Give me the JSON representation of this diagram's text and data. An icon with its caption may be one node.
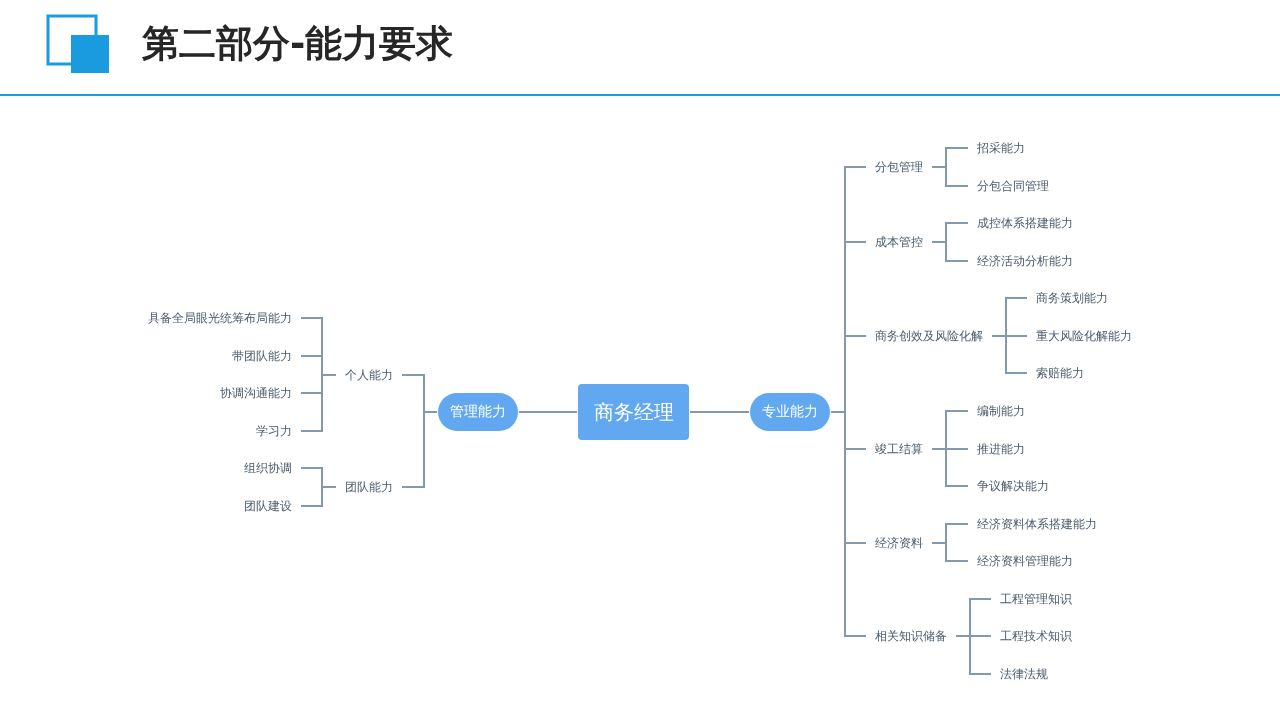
{
  "diagram": {
    "title": "第二部分-能力要求",
    "nodes": [
      {
        "text": [
          "商务经理"
        ]
      },
      {
        "text": [
          "管理能力"
        ]
      },
      {
        "text": [
          "个人能力"
        ]
      },
      {
        "text": [
          "具备全局眼光统筹布局能力"
        ]
      },
      {
        "text": [
          "带团队能力"
        ]
      },
      {
        "text": [
          "协调沟通能力"
        ]
      },
      {
        "text": [
          "学习力"
        ]
      },
      {
        "text": [
          "团队能力"
        ]
      },
      {
        "text": [
          "组织协调"
        ]
      },
      {
        "text": [
          "团队建设"
        ]
      },
      {
        "text": [
          "专业能力"
        ]
      },
      {
        "text": [
          "分包管理"
        ]
      },
      {
        "text": [
          "招采能力"
        ]
      },
      {
        "text": [
          "分包合同管理"
        ]
      },
      {
        "text": [
          "成本管控"
        ]
      },
      {
        "text": [
          "成控体系搭建能力"
        ]
      },
      {
        "text": [
          "经济活动分析能力"
        ]
      },
      {
        "text": [
          "商务创效及风险化解"
        ]
      },
      {
        "text": [
          "商务策划能力"
        ]
      },
      {
        "text": [
          "重大风险化解能力"
        ]
      },
      {
        "text": [
          "索赔能力"
        ]
      },
      {
        "text": [
          "竣工结算"
        ]
      },
      {
        "text": [
          "编制能力"
        ]
      },
      {
        "text": [
          "推进能力"
        ]
      },
      {
        "text": [
          "争议解决能力"
        ]
      },
      {
        "text": [
          "经济资料"
        ]
      },
      {
        "text": [
          "经济资料体系搭建能力"
        ]
      },
      {
        "text": [
          "经济资料管理能力"
        ]
      },
      {
        "text": [
          "相关知识储备"
        ]
      },
      {
        "text": [
          "工程管理知识"
        ]
      },
      {
        "text": [
          "工程技术知识"
        ]
      },
      {
        "text": [
          "法律法规"
        ]
      }
    ],
    "edges": [
      {
        "from": 0,
        "to": 1,
        "arrow": "none"
      },
      {
        "from": 1,
        "to": 2,
        "arrow": "none"
      },
      {
        "from": 2,
        "to": 3,
        "arrow": "none"
      },
      {
        "from": 2,
        "to": 4,
        "arrow": "none"
      },
      {
        "from": 2,
        "to": 5,
        "arrow": "none"
      },
      {
        "from": 2,
        "to": 6,
        "arrow": "none"
      },
      {
        "from": 1,
        "to": 7,
        "arrow": "none"
      },
      {
        "from": 7,
        "to": 8,
        "arrow": "none"
      },
      {
        "from": 7,
        "to": 9,
        "arrow": "none"
      },
      {
        "from": 0,
        "to": 10,
        "arrow": "none"
      },
      {
        "from": 10,
        "to": 11,
        "arrow": "none"
      },
      {
        "from": 11,
        "to": 12,
        "arrow": "none"
      },
      {
        "from": 11,
        "to": 13,
        "arrow": "none"
      },
      {
        "from": 10,
        "to": 14,
        "arrow": "none"
      },
      {
        "from": 14,
        "to": 15,
        "arrow": "none"
      },
      {
        "from": 14,
        "to": 16,
        "arrow": "none"
      },
      {
        "from": 10,
        "to": 17,
        "arrow": "none"
      },
      {
        "from": 17,
        "to": 18,
        "arrow": "none"
      },
      {
        "from": 17,
        "to": 19,
        "arrow": "none"
      },
      {
        "from": 17,
        "to": 20,
        "arrow": "none"
      },
      {
        "from": 10,
        "to": 21,
        "arrow": "none"
      },
      {
        "from": 21,
        "to": 22,
        "arrow": "none"
      },
      {
        "from": 21,
        "to": 23,
        "arrow": "none"
      },
      {
        "from": 21,
        "to": 24,
        "arrow": "none"
      },
      {
        "from": 10,
        "to": 25,
        "arrow": "none"
      },
      {
        "from": 25,
        "to": 26,
        "arrow": "none"
      },
      {
        "from": 25,
        "to": 27,
        "arrow": "none"
      },
      {
        "from": 10,
        "to": 28,
        "arrow": "none"
      },
      {
        "from": 28,
        "to": 29,
        "arrow": "none"
      },
      {
        "from": 28,
        "to": 30,
        "arrow": "none"
      },
      {
        "from": 28,
        "to": 31,
        "arrow": "none"
      }
    ]
  }
}
